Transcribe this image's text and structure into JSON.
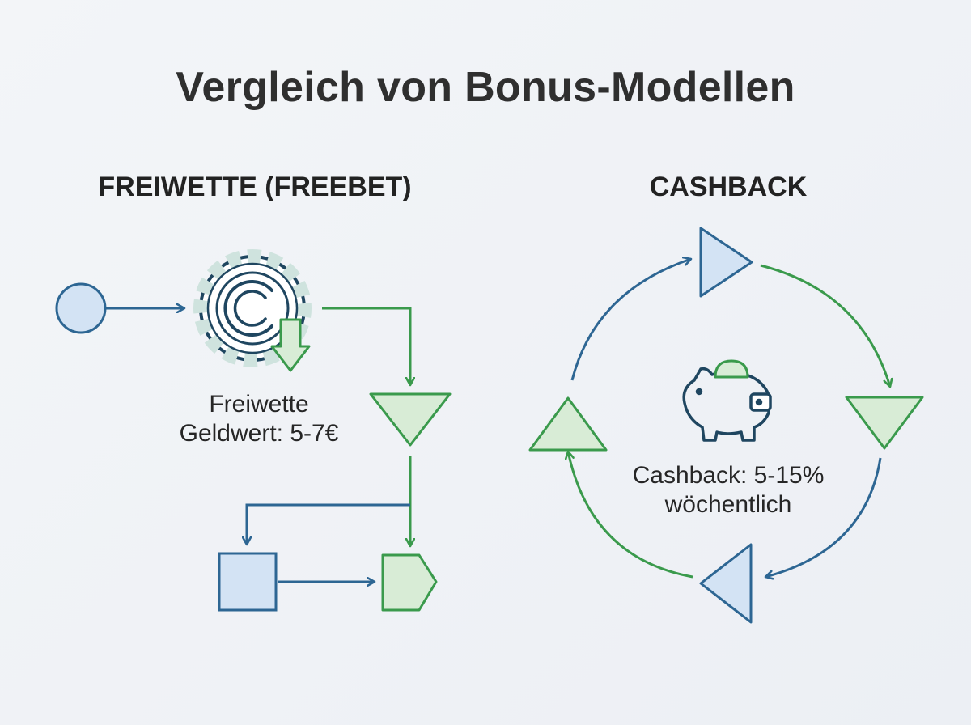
{
  "title": "Vergleich von Bonus-Modellen",
  "freebet": {
    "heading": "FREIWETTE (FREEBET)",
    "label_line1": "Freiwette",
    "label_line2": "Geldwert: 5-7€"
  },
  "cashback": {
    "heading": "CASHBACK",
    "label_line1": "Cashback: 5-15%",
    "label_line2": "wöchentlich"
  },
  "colors": {
    "blue_stroke": "#2d6693",
    "blue_fill": "#d3e3f4",
    "green_stroke": "#3a9a4c",
    "green_fill": "#d8ecd6",
    "dark_navy": "#1f4660",
    "chip_fill": "#cfe3de"
  },
  "icons": [
    "poker-chip-icon",
    "down-arrow-icon",
    "piggy-bank-icon",
    "coin-icon"
  ]
}
